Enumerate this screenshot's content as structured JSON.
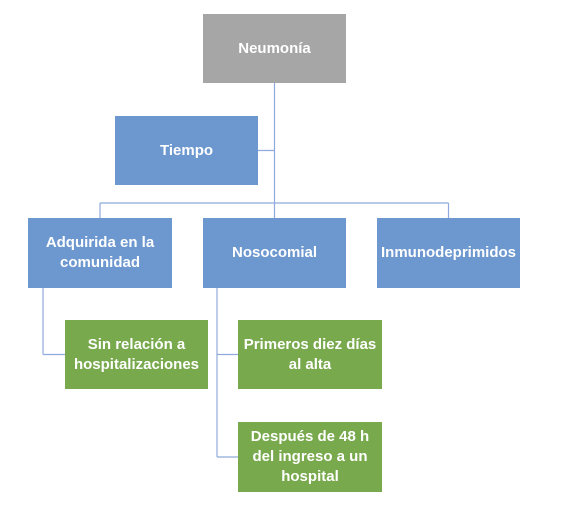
{
  "diagram": {
    "root": {
      "label": "Neumonía"
    },
    "assistant": {
      "label": "Tiempo"
    },
    "categories": [
      {
        "label": "Adquirida en la comunidad",
        "children": [
          {
            "label": "Sin relación a hospitalizaciones"
          }
        ]
      },
      {
        "label": "Nosocomial",
        "children": [
          {
            "label": "Primeros diez días al alta"
          },
          {
            "label": "Después de 48 h del ingreso a un hospital"
          }
        ]
      },
      {
        "label": "Inmunodeprimidos",
        "children": []
      }
    ]
  },
  "colors": {
    "root_fill": "#a6a6a6",
    "category_fill": "#6c97cf",
    "leaf_fill": "#78a94d",
    "connector": "#8faadc",
    "text": "#ffffff"
  }
}
